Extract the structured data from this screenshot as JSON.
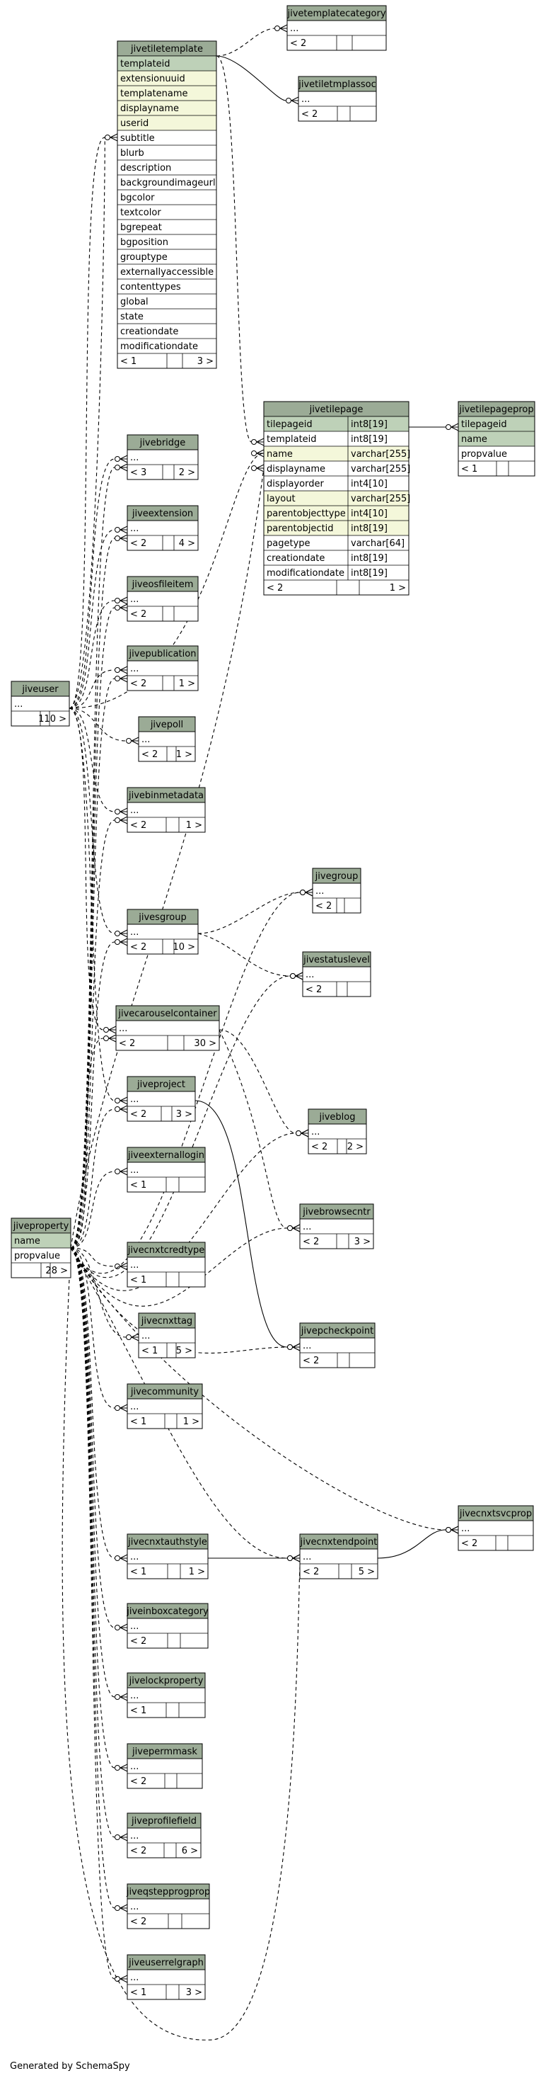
{
  "footer": "Generated by SchemaSpy",
  "tables": [
    {
      "name": "jiveuser",
      "rows": [
        {
          "t": "..."
        }
      ],
      "footer": {
        "l": "",
        "r": "110 >"
      }
    },
    {
      "name": "jiveproperty",
      "rows": [
        {
          "t": "name",
          "k": "key"
        },
        {
          "t": "propvalue"
        }
      ],
      "footer": {
        "l": "",
        "r": "28 >"
      }
    },
    {
      "name": "jivetiletemplate",
      "rows": [
        {
          "t": "templateid",
          "k": "key"
        },
        {
          "t": "extensionuuid",
          "k": "idx"
        },
        {
          "t": "templatename",
          "k": "idx"
        },
        {
          "t": "displayname",
          "k": "idx"
        },
        {
          "t": "userid",
          "k": "idx"
        },
        {
          "t": "subtitle"
        },
        {
          "t": "blurb"
        },
        {
          "t": "description"
        },
        {
          "t": "backgroundimageurl"
        },
        {
          "t": "bgcolor"
        },
        {
          "t": "textcolor"
        },
        {
          "t": "bgrepeat"
        },
        {
          "t": "bgposition"
        },
        {
          "t": "grouptype"
        },
        {
          "t": "externallyaccessible"
        },
        {
          "t": "contenttypes"
        },
        {
          "t": "global"
        },
        {
          "t": "state"
        },
        {
          "t": "creationdate"
        },
        {
          "t": "modificationdate"
        }
      ],
      "footer": {
        "l": "< 1",
        "r": "3 >"
      }
    },
    {
      "name": "jivetemplatecategory",
      "rows": [
        {
          "t": "..."
        }
      ],
      "footer": {
        "l": "< 2",
        "r": ""
      }
    },
    {
      "name": "jivetiletmplassoc",
      "rows": [
        {
          "t": "..."
        }
      ],
      "footer": {
        "l": "< 2",
        "r": ""
      }
    },
    {
      "name": "jivetilepage",
      "rows": [
        {
          "t": "tilepageid",
          "ty": "int8[19]",
          "k": "key"
        },
        {
          "t": "templateid",
          "ty": "int8[19]"
        },
        {
          "t": "name",
          "ty": "varchar[255]",
          "k": "idx"
        },
        {
          "t": "displayname",
          "ty": "varchar[255]"
        },
        {
          "t": "displayorder",
          "ty": "int4[10]"
        },
        {
          "t": "layout",
          "ty": "varchar[255]",
          "k": "idx"
        },
        {
          "t": "parentobjecttype",
          "ty": "int4[10]",
          "k": "idx"
        },
        {
          "t": "parentobjectid",
          "ty": "int8[19]",
          "k": "idx"
        },
        {
          "t": "pagetype",
          "ty": "varchar[64]"
        },
        {
          "t": "creationdate",
          "ty": "int8[19]"
        },
        {
          "t": "modificationdate",
          "ty": "int8[19]"
        }
      ],
      "footer": {
        "l": "< 2",
        "r": "1 >"
      }
    },
    {
      "name": "jivetilepageprop",
      "rows": [
        {
          "t": "tilepageid",
          "k": "key"
        },
        {
          "t": "name",
          "k": "key"
        },
        {
          "t": "propvalue"
        }
      ],
      "footer": {
        "l": "< 1",
        "r": ""
      }
    },
    {
      "name": "jivebridge",
      "rows": [
        {
          "t": "..."
        }
      ],
      "footer": {
        "l": "< 3",
        "r": "2 >"
      }
    },
    {
      "name": "jiveextension",
      "rows": [
        {
          "t": "..."
        }
      ],
      "footer": {
        "l": "< 2",
        "r": "4 >"
      }
    },
    {
      "name": "jiveosfileitem",
      "rows": [
        {
          "t": "..."
        }
      ],
      "footer": {
        "l": "< 2",
        "r": ""
      }
    },
    {
      "name": "jivepublication",
      "rows": [
        {
          "t": "..."
        }
      ],
      "footer": {
        "l": "< 2",
        "r": "1 >"
      }
    },
    {
      "name": "jivepoll",
      "rows": [
        {
          "t": "..."
        }
      ],
      "footer": {
        "l": "< 2",
        "r": "1 >"
      }
    },
    {
      "name": "jivebinmetadata",
      "rows": [
        {
          "t": "..."
        }
      ],
      "footer": {
        "l": "< 2",
        "r": "1 >"
      }
    },
    {
      "name": "jivegroup",
      "rows": [
        {
          "t": "..."
        }
      ],
      "footer": {
        "l": "< 2",
        "r": ""
      }
    },
    {
      "name": "jivesgroup",
      "rows": [
        {
          "t": "..."
        }
      ],
      "footer": {
        "l": "< 2",
        "r": "10 >"
      }
    },
    {
      "name": "jivestatuslevel",
      "rows": [
        {
          "t": "..."
        }
      ],
      "footer": {
        "l": "< 2",
        "r": ""
      }
    },
    {
      "name": "jivecarouselcontainer",
      "rows": [
        {
          "t": "..."
        }
      ],
      "footer": {
        "l": "< 2",
        "r": "30 >"
      }
    },
    {
      "name": "jiveproject",
      "rows": [
        {
          "t": "..."
        }
      ],
      "footer": {
        "l": "< 2",
        "r": "3 >"
      }
    },
    {
      "name": "jiveblog",
      "rows": [
        {
          "t": "..."
        }
      ],
      "footer": {
        "l": "< 2",
        "r": "2 >"
      }
    },
    {
      "name": "jiveexternallogin",
      "rows": [
        {
          "t": "..."
        }
      ],
      "footer": {
        "l": "< 1",
        "r": ""
      }
    },
    {
      "name": "jivebrowsecntr",
      "rows": [
        {
          "t": "..."
        }
      ],
      "footer": {
        "l": "< 2",
        "r": "3 >"
      }
    },
    {
      "name": "jivecnxtcredtype",
      "rows": [
        {
          "t": "..."
        }
      ],
      "footer": {
        "l": "< 1",
        "r": ""
      }
    },
    {
      "name": "jivecnxttag",
      "rows": [
        {
          "t": "..."
        }
      ],
      "footer": {
        "l": "< 1",
        "r": "5 >"
      }
    },
    {
      "name": "jivepcheckpoint",
      "rows": [
        {
          "t": "..."
        }
      ],
      "footer": {
        "l": "< 2",
        "r": ""
      }
    },
    {
      "name": "jivecommunity",
      "rows": [
        {
          "t": "..."
        }
      ],
      "footer": {
        "l": "< 1",
        "r": "1 >"
      }
    },
    {
      "name": "jivecnxtsvcprop",
      "rows": [
        {
          "t": "..."
        }
      ],
      "footer": {
        "l": "< 2",
        "r": ""
      }
    },
    {
      "name": "jivecnxtauthstyle",
      "rows": [
        {
          "t": "..."
        }
      ],
      "footer": {
        "l": "< 1",
        "r": "1 >"
      }
    },
    {
      "name": "jivecnxtendpoint",
      "rows": [
        {
          "t": "..."
        }
      ],
      "footer": {
        "l": "< 2",
        "r": "5 >"
      }
    },
    {
      "name": "jiveinboxcategory",
      "rows": [
        {
          "t": "..."
        }
      ],
      "footer": {
        "l": "< 2",
        "r": ""
      }
    },
    {
      "name": "jivelockproperty",
      "rows": [
        {
          "t": "..."
        }
      ],
      "footer": {
        "l": "< 1",
        "r": ""
      }
    },
    {
      "name": "jivepermmask",
      "rows": [
        {
          "t": "..."
        }
      ],
      "footer": {
        "l": "< 2",
        "r": ""
      }
    },
    {
      "name": "jiveprofilefield",
      "rows": [
        {
          "t": "..."
        }
      ],
      "footer": {
        "l": "< 2",
        "r": "6 >"
      }
    },
    {
      "name": "jiveqstepprogprop",
      "rows": [
        {
          "t": "..."
        }
      ],
      "footer": {
        "l": "< 2",
        "r": ""
      }
    },
    {
      "name": "jiveuserrelgraph",
      "rows": [
        {
          "t": "..."
        }
      ],
      "footer": {
        "l": "< 1",
        "r": "3 >"
      }
    }
  ]
}
